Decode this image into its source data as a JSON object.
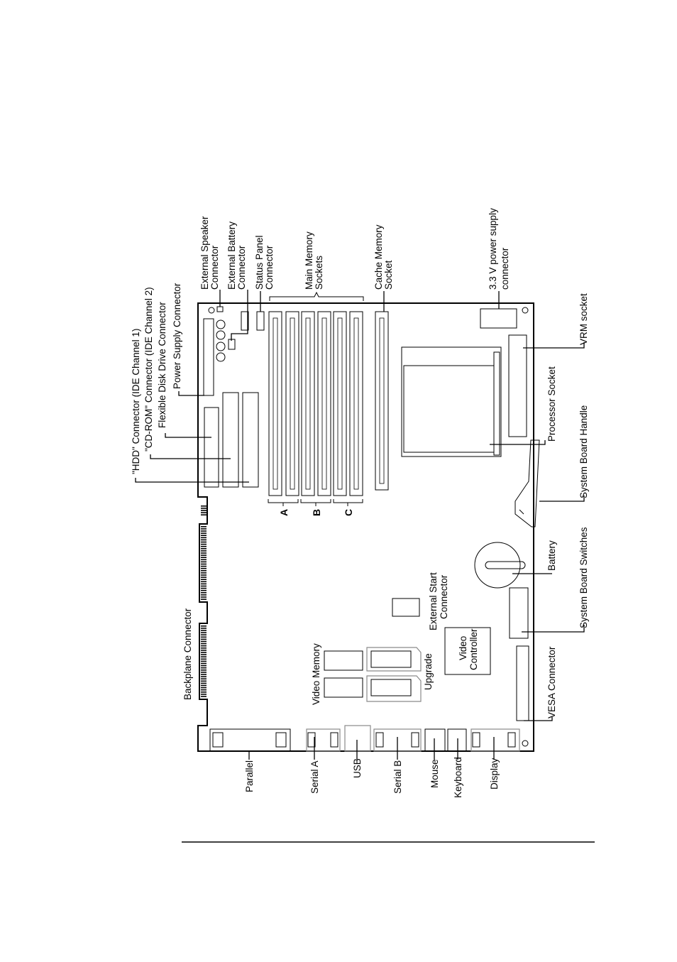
{
  "labels": {
    "external_speaker": [
      "External Speaker",
      "Connector"
    ],
    "external_battery": [
      "External Battery",
      "Connector"
    ],
    "status_panel": [
      "Status Panel",
      "Connector"
    ],
    "main_memory": [
      "Main Memory",
      "Sockets"
    ],
    "cache_memory": [
      "Cache Memory",
      "Socket"
    ],
    "power_33v": [
      "3.3 V power supply",
      "connector"
    ],
    "hdd": "\"HDD\" Connector (IDE Channel 1)",
    "cdrom": "\"CD-ROM\" Connector (IDE Channel 2)",
    "floppy": "Flexible Disk Drive Connector",
    "power_supply": "Power Supply Connector",
    "vrm_socket": "VRM socket",
    "processor_socket": "Processor Socket",
    "board_handle": "System Board Handle",
    "battery": "Battery",
    "board_switches": "System Board Switches",
    "external_start": [
      "External Start",
      "Connector"
    ],
    "video_controller": [
      "Video",
      "Controller"
    ],
    "upgrade": "Upgrade",
    "video_memory": "Video Memory",
    "backplane": "Backplane Connector",
    "vesa": "VESA Connector",
    "bank_a": "A",
    "bank_b": "B",
    "bank_c": "C",
    "ports": [
      "Parallel",
      "Serial A",
      "USB",
      "Serial B",
      "Mouse",
      "Keyboard",
      "Display"
    ]
  }
}
